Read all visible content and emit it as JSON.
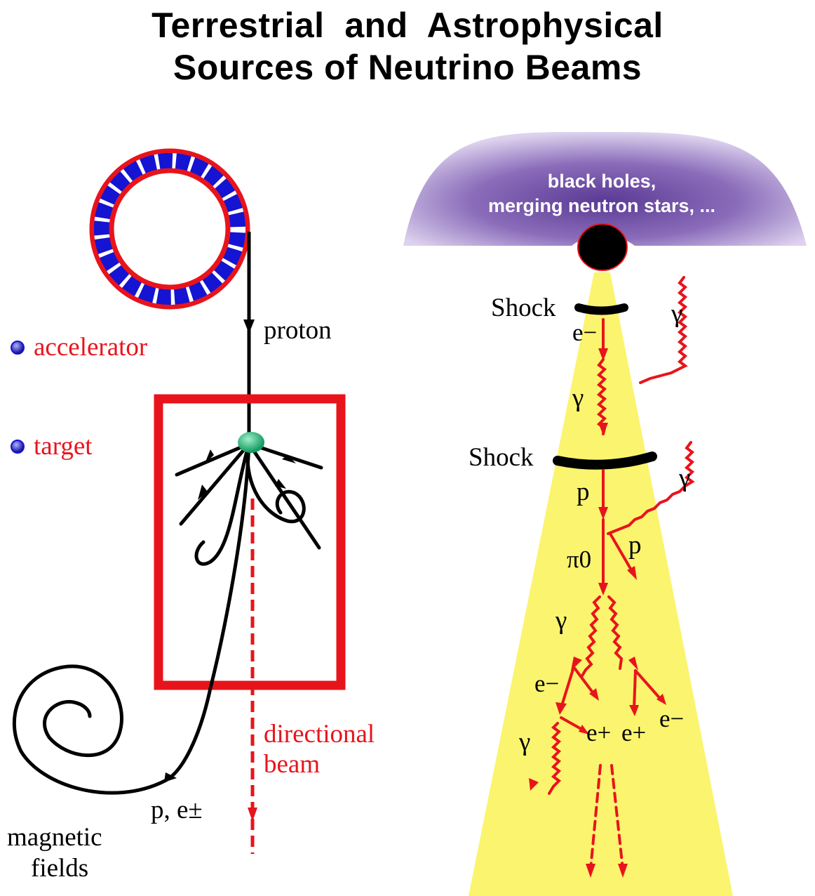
{
  "title": {
    "line1": "Terrestrial  and  Astrophysical",
    "line2": "Sources of Neutrino Beams"
  },
  "left_panel": {
    "legend": {
      "accelerator": "accelerator",
      "target": "target"
    },
    "labels": {
      "proton": "proton",
      "directional": "directional",
      "beam": "beam",
      "p_epm": "p, e±",
      "magnetic": "magnetic",
      "fields": "fields"
    }
  },
  "right_panel": {
    "source_line1": "black holes,",
    "source_line2": "merging neutron stars, ...",
    "shock1": "Shock",
    "shock2": "Shock",
    "gamma_in1": "γ",
    "gamma_in2": "γ",
    "e_minus_top": "e−",
    "gamma_mid": "γ",
    "p_mid": "p",
    "pi0": "π0",
    "p_side": "p",
    "gamma_split": "γ",
    "e_minus_left": "e−",
    "gamma_bottom": "γ",
    "e_plus_1": "e+",
    "e_plus_2": "e+",
    "e_minus_right": "e−"
  },
  "colors": {
    "red": "#e8141c",
    "blue": "#1414d2",
    "yellow": "#fbf46e",
    "purple": "#6a4a9e",
    "green": "#1fa877"
  }
}
